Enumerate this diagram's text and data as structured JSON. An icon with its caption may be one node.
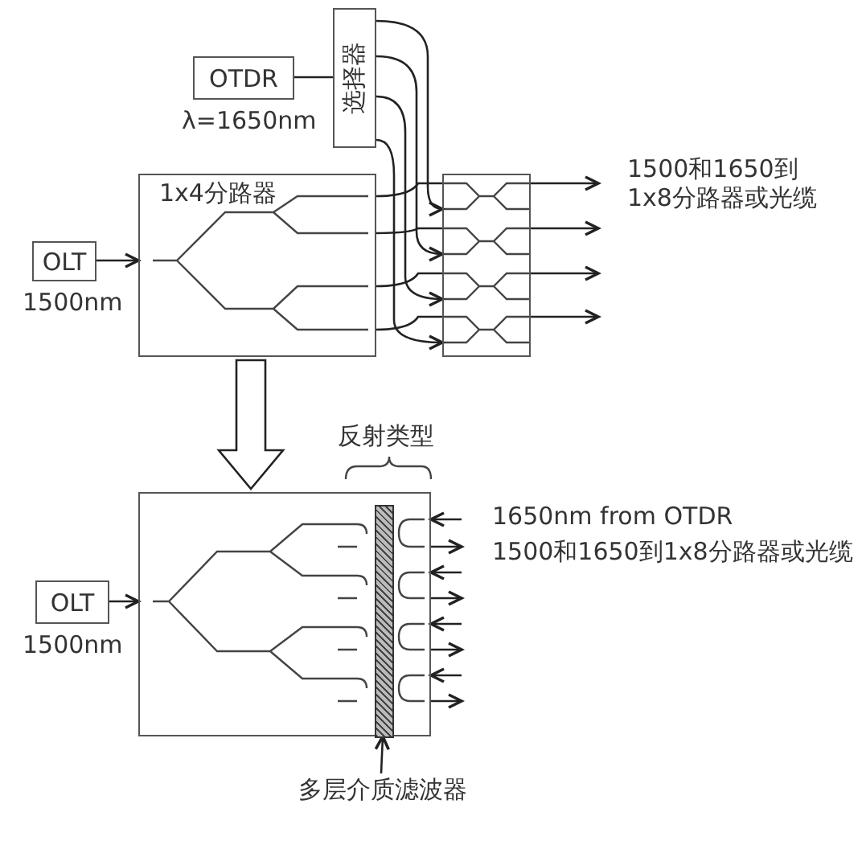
{
  "diagram": {
    "nodes": [
      {
        "text": [
          "OTDR"
        ],
        "beside": [
          "λ=1650nm"
        ]
      },
      {
        "text": [
          "选择器"
        ]
      },
      {
        "text": [
          "1x4分路器"
        ]
      },
      {
        "text": [
          "OLT"
        ],
        "beside": [
          "1500nm"
        ]
      },
      {
        "text": [],
        "shape": "box"
      },
      {
        "text": [],
        "shape": "box"
      },
      {
        "text": [
          "OLT"
        ],
        "beside": [
          "1500nm"
        ]
      },
      {
        "text": [],
        "shape": "bar",
        "in": 5
      },
      {
        "text": [
          "多层介质滤波器"
        ]
      }
    ],
    "edges": [
      {
        "from": 0,
        "to": 1,
        "arrow": "none"
      },
      {
        "from": 3,
        "to": 2,
        "arrow": "to"
      },
      {
        "from": 1,
        "to": 4,
        "arrow": "to"
      },
      {
        "from": 1,
        "to": 4,
        "arrow": "to"
      },
      {
        "from": 1,
        "to": 4,
        "arrow": "to"
      },
      {
        "from": 1,
        "to": 4,
        "arrow": "to"
      },
      {
        "from": 2,
        "to": 4,
        "arrow": "none"
      },
      {
        "from": 2,
        "to": 4,
        "arrow": "none"
      },
      {
        "from": 2,
        "to": 4,
        "arrow": "none"
      },
      {
        "from": 2,
        "to": 4,
        "arrow": "none"
      },
      {
        "from": 4,
        "to": null,
        "arrow": "to"
      },
      {
        "from": 4,
        "to": null,
        "arrow": "to"
      },
      {
        "from": 4,
        "to": null,
        "arrow": "to"
      },
      {
        "from": 4,
        "to": null,
        "arrow": "to"
      },
      {
        "from": 2,
        "to": 5,
        "arrow": "to",
        "style": "thick"
      },
      {
        "from": 6,
        "to": 5,
        "arrow": "to"
      },
      {
        "from": null,
        "to": 5,
        "arrow": "to"
      },
      {
        "from": 5,
        "to": null,
        "arrow": "to"
      },
      {
        "from": null,
        "to": 5,
        "arrow": "to"
      },
      {
        "from": 5,
        "to": null,
        "arrow": "to"
      },
      {
        "from": null,
        "to": 5,
        "arrow": "to"
      },
      {
        "from": 5,
        "to": null,
        "arrow": "to"
      },
      {
        "from": null,
        "to": 5,
        "arrow": "to"
      },
      {
        "from": 5,
        "to": null,
        "arrow": "to"
      },
      {
        "from": 8,
        "to": 7,
        "arrow": "to"
      }
    ],
    "labels": [
      "1500和1650到1x8分路器或光缆",
      "反射类型",
      "1650nm from OTDR",
      "1500和1650到1x8分路器或光缆"
    ]
  }
}
